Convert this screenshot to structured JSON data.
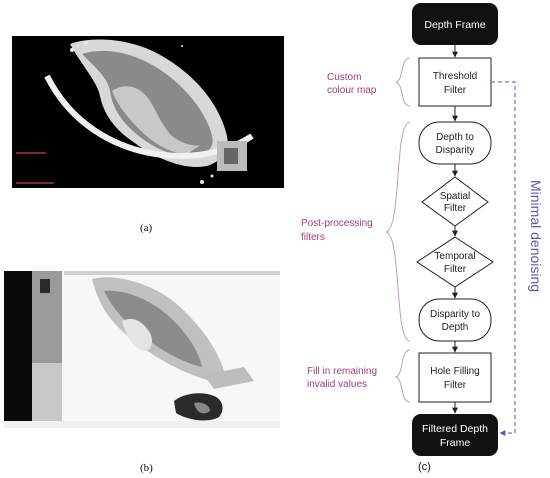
{
  "panels": {
    "a": {
      "label": "(a)"
    },
    "b": {
      "label": "(b)"
    },
    "c": {
      "label": "(c)"
    }
  },
  "flowchart": {
    "start": "Depth Frame",
    "threshold": [
      "Threshold",
      "Filter"
    ],
    "depth_to_disparity": [
      "Depth to",
      "Disparity"
    ],
    "spatial": [
      "Spatial",
      "Filter"
    ],
    "temporal": [
      "Temporal",
      "Filter"
    ],
    "disparity_to_depth": [
      "Disparity to",
      "Depth"
    ],
    "hole_filling": [
      "Hole Filling",
      "Filter"
    ],
    "end": [
      "Filtered Depth",
      "Frame"
    ]
  },
  "annotations": {
    "custom_colour_map": [
      "Custom",
      "colour map"
    ],
    "post_processing": [
      "Post-processing",
      "filters"
    ],
    "fill_invalid": [
      "Fill in remaining",
      "invalid values"
    ],
    "minimal_denoising": "Minimal denoising"
  },
  "colors": {
    "annotation": "#a0407a",
    "bracket": "#b8a0c8",
    "dashed": "#5a5ab0",
    "terminal": "#111111",
    "arrow": "#222222"
  }
}
